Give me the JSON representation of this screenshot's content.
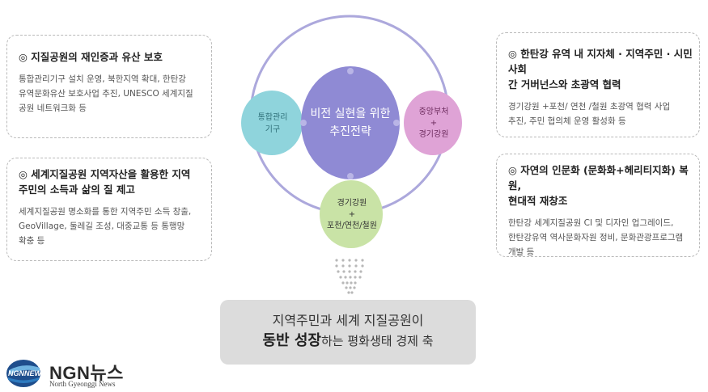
{
  "boxes": {
    "top_left": {
      "title": "◎ 지질공원의 재인증과 유산 보호",
      "lines": [
        "통합관리기구 설치 운영, 북한지역 확대, 한탄강",
        "유역문화유산 보호사업 추진, UNESCO 세계지질",
        "공원 네트워크화 등"
      ]
    },
    "bottom_left": {
      "title_lines": [
        "◎ 세계지질공원 지역자산을 활용한 지역",
        "주민의 소득과 삶의 질 제고"
      ],
      "lines": [
        "세계지질공원 명소화를 통한 지역주민 소득 창출,",
        "GeoVillage, 둘레길 조성, 대중교통 등 통행망",
        "확충 등"
      ]
    },
    "top_right": {
      "title_lines": [
        "◎ 한탄강 유역 내 지자체 · 지역주민 · 시민사회",
        "간 거버넌스와 초광역 협력"
      ],
      "lines": [
        "경기강원 +포천/ 연천 /철원 초광역 협력 사업",
        "추진, 주민 협의체 운영 활성화 등"
      ]
    },
    "bottom_right": {
      "title_lines": [
        "◎ 자연의 인문화 (문화화+헤리티지화) 복원,",
        "현대적 재창조"
      ],
      "lines": [
        "한탄강 세계지질공원 CI 및 디자인 업그레이드,",
        "한탄강유역 역사문화자원 정비, 문화관광프로그램",
        "개발 등"
      ]
    }
  },
  "circles": {
    "center": {
      "line1": "비전 실현을 위한",
      "line2": "추진전략"
    },
    "left": {
      "line1": "통합관리",
      "line2": "기구"
    },
    "right": {
      "line1": "중앙부처",
      "line2": "+",
      "line3": "경기강원"
    },
    "bottom": {
      "line1": "경기강원",
      "line2": "+",
      "line3": "포천/연천/철원"
    }
  },
  "result": {
    "line1": "지역주민과 세계 지질공원이",
    "emphasis": "동반 성장",
    "line2_rest": "하는 평화생태 경제 축"
  },
  "logo": {
    "main": "NGN뉴스",
    "sub": "North Gyeonggi News",
    "emblem_text": "NGNNEWS"
  },
  "colors": {
    "center_circle": "#8f8ad4",
    "left_circle": "#8fd4dc",
    "right_circle": "#dfa3d6",
    "bottom_circle": "#c9e3a6",
    "ring": "#aca8dc",
    "result_box": "#dcdcdc"
  }
}
